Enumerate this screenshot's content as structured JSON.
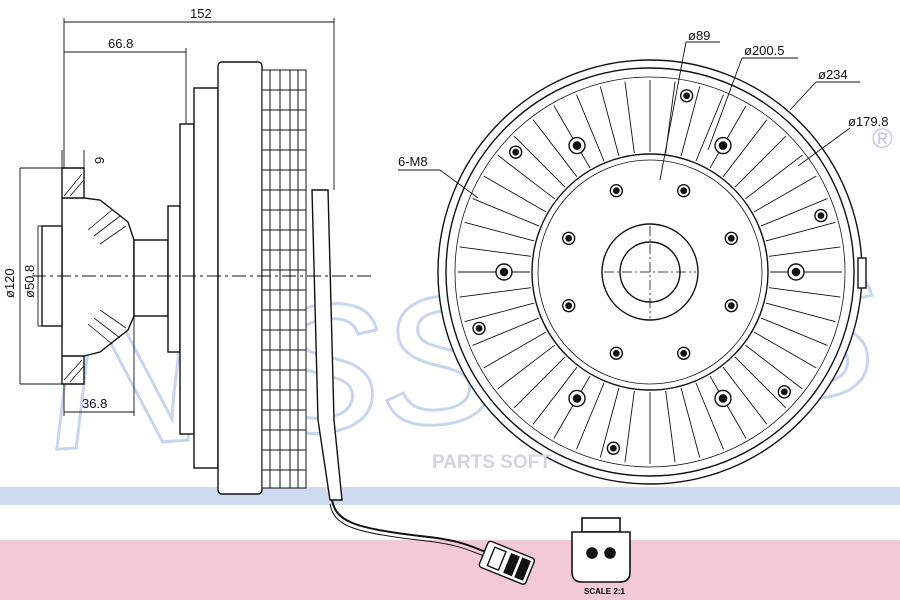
{
  "watermark": {
    "brand": "Nissens",
    "registered_mark": "®",
    "parts_text": "PARTS SOFT",
    "band_color": "#c9d6ee",
    "pink_band_color": "#f3c9d8"
  },
  "dimensions": {
    "overall_depth": "152",
    "front_depth": "66.8",
    "flange_thickness": "9",
    "flange_diameter": "ø120",
    "pilot_diameter": "ø50.8",
    "hub_offset": "36.8",
    "bolt_circle": "ø89",
    "housing_diameter": "ø200.5",
    "outer_diameter": "ø234",
    "mount_circle": "ø179.8",
    "mount_holes": "6-M8"
  },
  "connector": {
    "label_line1": "SCALE 2:1"
  }
}
